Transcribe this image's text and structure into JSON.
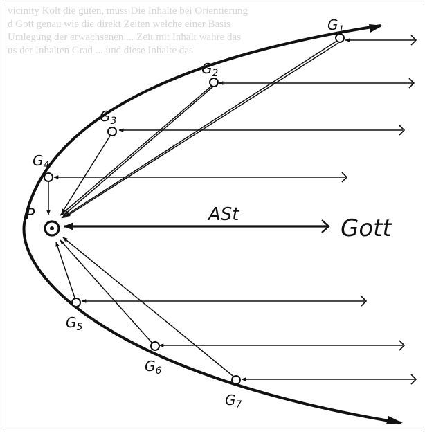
{
  "diagram": {
    "point_label": "P",
    "center_label": "ASt",
    "source_label": "Gott",
    "nodes": [
      {
        "id": "G1",
        "letter": "G",
        "sub": "1"
      },
      {
        "id": "G2",
        "letter": "G",
        "sub": "2"
      },
      {
        "id": "G3",
        "letter": "G",
        "sub": "3"
      },
      {
        "id": "G4",
        "letter": "G",
        "sub": "4"
      },
      {
        "id": "G5",
        "letter": "G",
        "sub": "5"
      },
      {
        "id": "G6",
        "letter": "G",
        "sub": "6"
      },
      {
        "id": "G7",
        "letter": "G",
        "sub": "7"
      }
    ]
  },
  "background_text": {
    "lines": [
      "vicinity Kolt die guten, muss Die Inhalte bei Orientierung",
      "d Gott genau wie die direkt Zeiten welche einer Basis",
      "Umlegung der erwachsenen ... Zeit mit Inhalt wahre das",
      "us der Inhalten Grad ... und diese Inhalte das"
    ]
  },
  "colors": {
    "ink": "#111111",
    "background": "#ffffff",
    "bleed_text": "#d6d6d6"
  }
}
